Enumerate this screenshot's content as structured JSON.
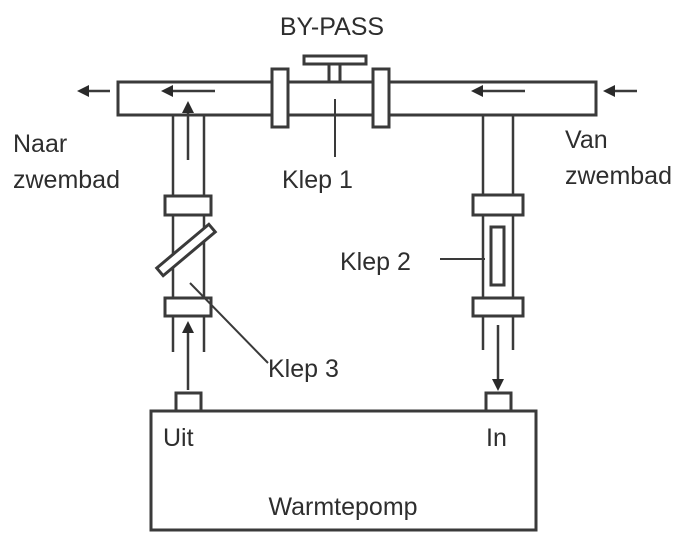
{
  "diagram": {
    "title": "BY-PASS",
    "labels": {
      "naar_line1": "Naar",
      "naar_line2": "zwembad",
      "van_line1": "Van",
      "van_line2": "zwembad",
      "klep1": "Klep 1",
      "klep2": "Klep 2",
      "klep3": "Klep 3",
      "uit": "Uit",
      "in": "In",
      "heat_pump": "Warmtepomp"
    },
    "components": [
      {
        "id": "bypass-pipe",
        "type": "horizontal-pipe",
        "label": "BY-PASS"
      },
      {
        "id": "klep1",
        "type": "gate-valve",
        "label": "Klep 1",
        "location": "bypass pipe"
      },
      {
        "id": "klep2",
        "type": "valve",
        "label": "Klep 2",
        "location": "inlet pipe to heat pump"
      },
      {
        "id": "klep3",
        "type": "butterfly-valve",
        "label": "Klep 3",
        "location": "outlet pipe from heat pump"
      },
      {
        "id": "heat-pump",
        "type": "box",
        "label": "Warmtepomp",
        "ports": [
          "Uit",
          "In"
        ]
      }
    ],
    "flow": [
      {
        "from": "Van zwembad",
        "to": "bypass pipe",
        "direction": "left"
      },
      {
        "from": "bypass pipe",
        "to": "In (Warmtepomp)",
        "direction": "down",
        "via": "Klep 2"
      },
      {
        "from": "Uit (Warmtepomp)",
        "to": "bypass pipe",
        "direction": "up",
        "via": "Klep 3"
      },
      {
        "from": "bypass pipe",
        "to": "Naar zwembad",
        "direction": "left"
      }
    ],
    "colors": {
      "line": "#3a3a3a",
      "text": "#2e2e2e",
      "background": "#ffffff"
    }
  }
}
